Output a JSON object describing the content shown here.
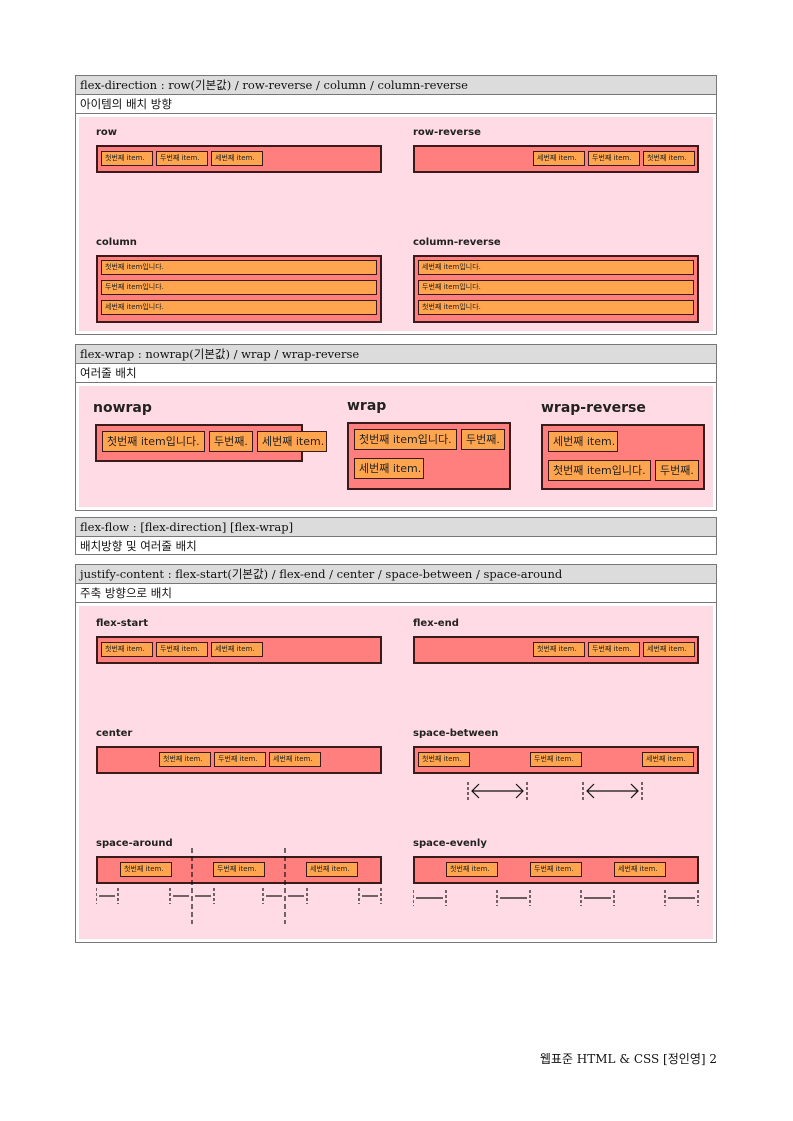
{
  "sections": {
    "direction": {
      "title": "flex-direction : row(기본값) / row-reverse / column / column-reverse",
      "desc": "아이템의 배치 방향",
      "labels": [
        "row",
        "row-reverse",
        "column",
        "column-reverse"
      ],
      "items_short": [
        "첫번째 item.",
        "두번째 item.",
        "세번째 item."
      ],
      "items_long": [
        "첫번째 item입니다.",
        "두번째 item입니다.",
        "세번째 item입니다."
      ]
    },
    "wrap": {
      "title": "flex-wrap : nowrap(기본값) / wrap / wrap-reverse",
      "desc": "여러줄 배치",
      "labels": [
        "nowrap",
        "wrap",
        "wrap-reverse"
      ],
      "items": [
        "첫번째 item입니다.",
        "두번째.",
        "세번째 item.",
        "세번째 item."
      ]
    },
    "flow": {
      "title": "flex-flow : [flex-direction] [flex-wrap]",
      "desc": "배치방향 및 여러줄 배치"
    },
    "justify": {
      "title": "justify-content : flex-start(기본값) / flex-end / center / space-between / space-around",
      "desc": "주축 방향으로 배치",
      "labels": [
        "flex-start",
        "flex-end",
        "center",
        "space-between",
        "space-around",
        "space-evenly"
      ],
      "items": [
        "첫번째 item.",
        "두번째 item.",
        "세번째 item."
      ]
    }
  },
  "footer": "웹표준 HTML & CSS [정인영] 2",
  "colors": {
    "container": "#ff7f7f",
    "item": "#ffa54f",
    "panel": "#ffdbe6"
  }
}
